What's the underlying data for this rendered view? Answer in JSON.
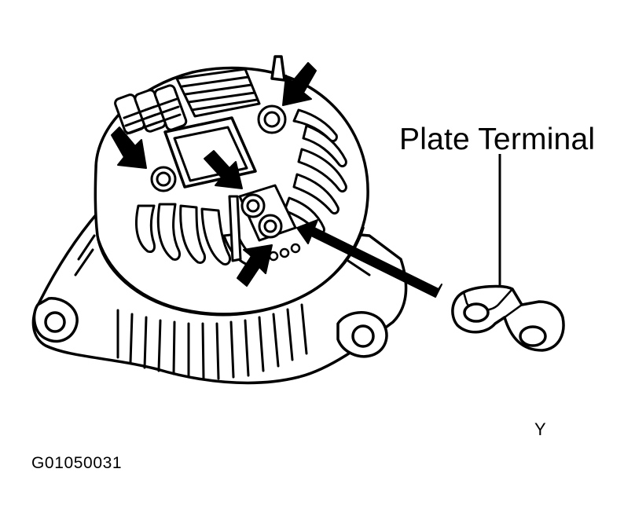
{
  "labels": {
    "plate_terminal": "Plate Terminal",
    "view_letter": "Y",
    "figure_code": "G01050031"
  },
  "colors": {
    "ink": "#000000",
    "paper": "#ffffff"
  }
}
